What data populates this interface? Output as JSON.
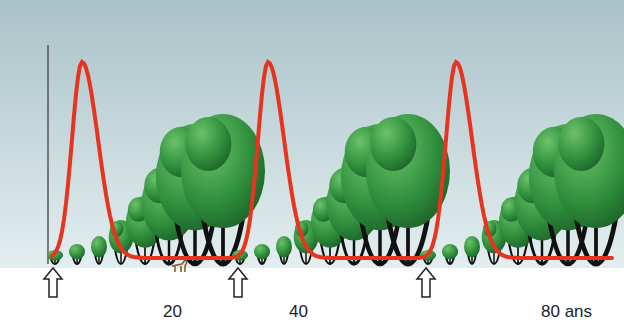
{
  "diagram": {
    "labels": [
      "20",
      "40",
      "80 ans"
    ]
  }
}
